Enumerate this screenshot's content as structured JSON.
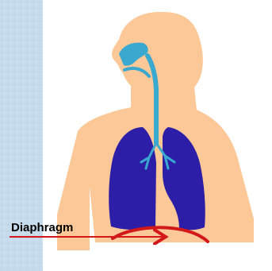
{
  "labels": {
    "diaphragm": "Diaphragm"
  },
  "colors": {
    "background": "#c8dcec",
    "panel": "#ffffff",
    "skin": "#fcc898",
    "airway": "#39a9cf",
    "lung": "#2c1ea6",
    "diaphragm": "#d21818",
    "label": "#000000"
  },
  "icons": [
    "human-torso",
    "airway",
    "lungs",
    "diaphragm-arrow"
  ]
}
